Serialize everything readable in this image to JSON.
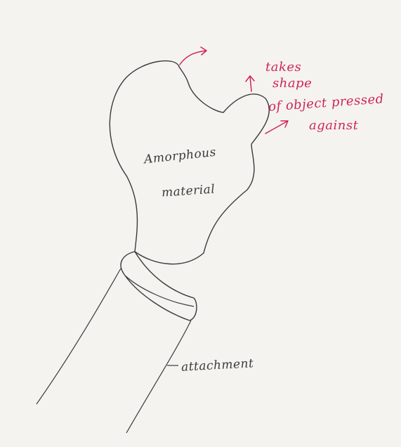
{
  "sketch": {
    "label_material_line1": "Amorphous",
    "label_material_line2": "material",
    "label_attachment": "attachment",
    "annotation_lines": [
      "takes",
      "shape",
      "of object pressed",
      "against"
    ],
    "pencil_color": "#3a3a3a",
    "annotation_color": "#d0245a",
    "paper_color": "#f4f3f0"
  }
}
